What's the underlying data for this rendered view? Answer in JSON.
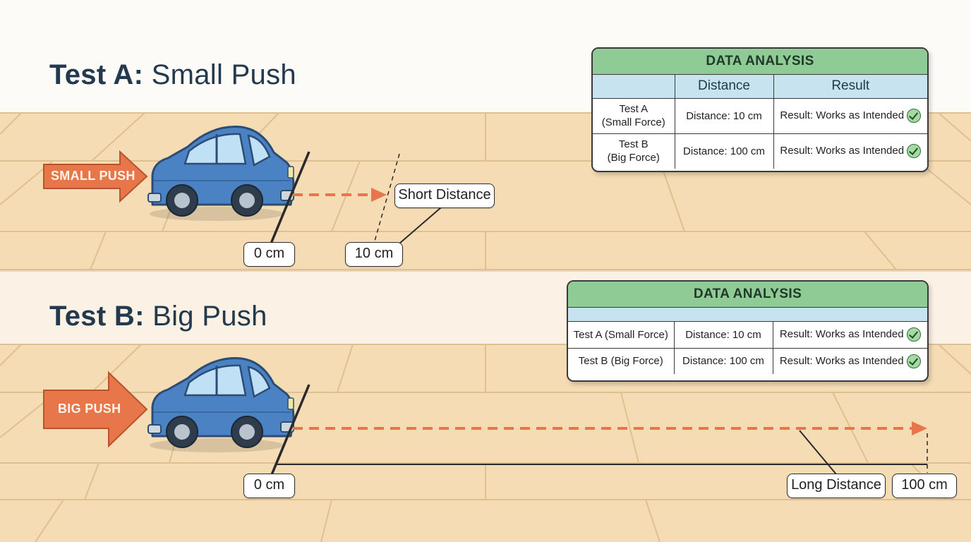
{
  "colors": {
    "floor": "#f5dcb5",
    "floor_line": "#e0bf90",
    "arrow": "#e8764b",
    "car_body": "#4b82c3",
    "panel_header": "#8fcb94",
    "panel_band": "#c7e3f0"
  },
  "test_a": {
    "title_bold": "Test A:",
    "title_rest": "Small Push",
    "arrow_label": "SMALL PUSH",
    "start_tag": "0 cm",
    "end_tag": "10 cm",
    "distance_tag": "Short Distance",
    "distance_cm": 10
  },
  "test_b": {
    "title_bold": "Test B:",
    "title_rest": "Big Push",
    "arrow_label": "BIG PUSH",
    "start_tag": "0 cm",
    "end_tag": "100 cm",
    "distance_tag": "Long Distance",
    "distance_cm": 100
  },
  "panel_top": {
    "title": "DATA ANALYSIS",
    "headers": [
      "",
      "Distance",
      "Result"
    ],
    "rows": [
      {
        "test_line1": "Test A",
        "test_line2": "(Small Force)",
        "distance": "Distance: 10 cm",
        "result": "Result: Works as Intended",
        "icon": "check-circle-icon"
      },
      {
        "test_line1": "Test B",
        "test_line2": "(Big Force)",
        "distance": "Distance: 100 cm",
        "result": "Result: Works as Intended",
        "icon": "check-circle-icon"
      }
    ]
  },
  "panel_bottom": {
    "title": "DATA ANALYSIS",
    "rows": [
      {
        "test": "Test A (Small Force)",
        "distance": "Distance: 10 cm",
        "result": "Result: Works as Intended",
        "icon": "check-circle-icon"
      },
      {
        "test": "Test B (Big Force)",
        "distance": "Distance: 100 cm",
        "result": "Result: Works as Intended",
        "icon": "check-circle-icon"
      }
    ]
  }
}
